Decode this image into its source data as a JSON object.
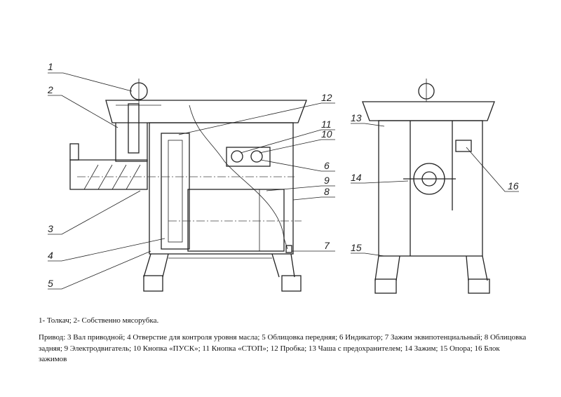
{
  "figure": {
    "side_view_labels": [
      "1",
      "2",
      "3",
      "4",
      "5",
      "6",
      "7",
      "8",
      "9",
      "10",
      "11",
      "12"
    ],
    "front_view_labels": [
      "13",
      "14",
      "15",
      "16"
    ]
  },
  "caption": {
    "line1": "1- Толкач; 2- Собственно мясорубка.",
    "paragraph": "Привод: 3 Вал приводной; 4 Отверстие для контроля уровня масла; 5 Облицовка передняя; 6 Индикатор; 7 Зажим эквипотенциальный; 8 Облицовка задняя; 9 Электродвигатель; 10 Кнопка «ПУСК»; 11 Кнопка «СТОП»; 12 Пробка; 13 Чаша с предохранителем; 14 Зажим; 15 Опора; 16 Блок зажимов"
  }
}
